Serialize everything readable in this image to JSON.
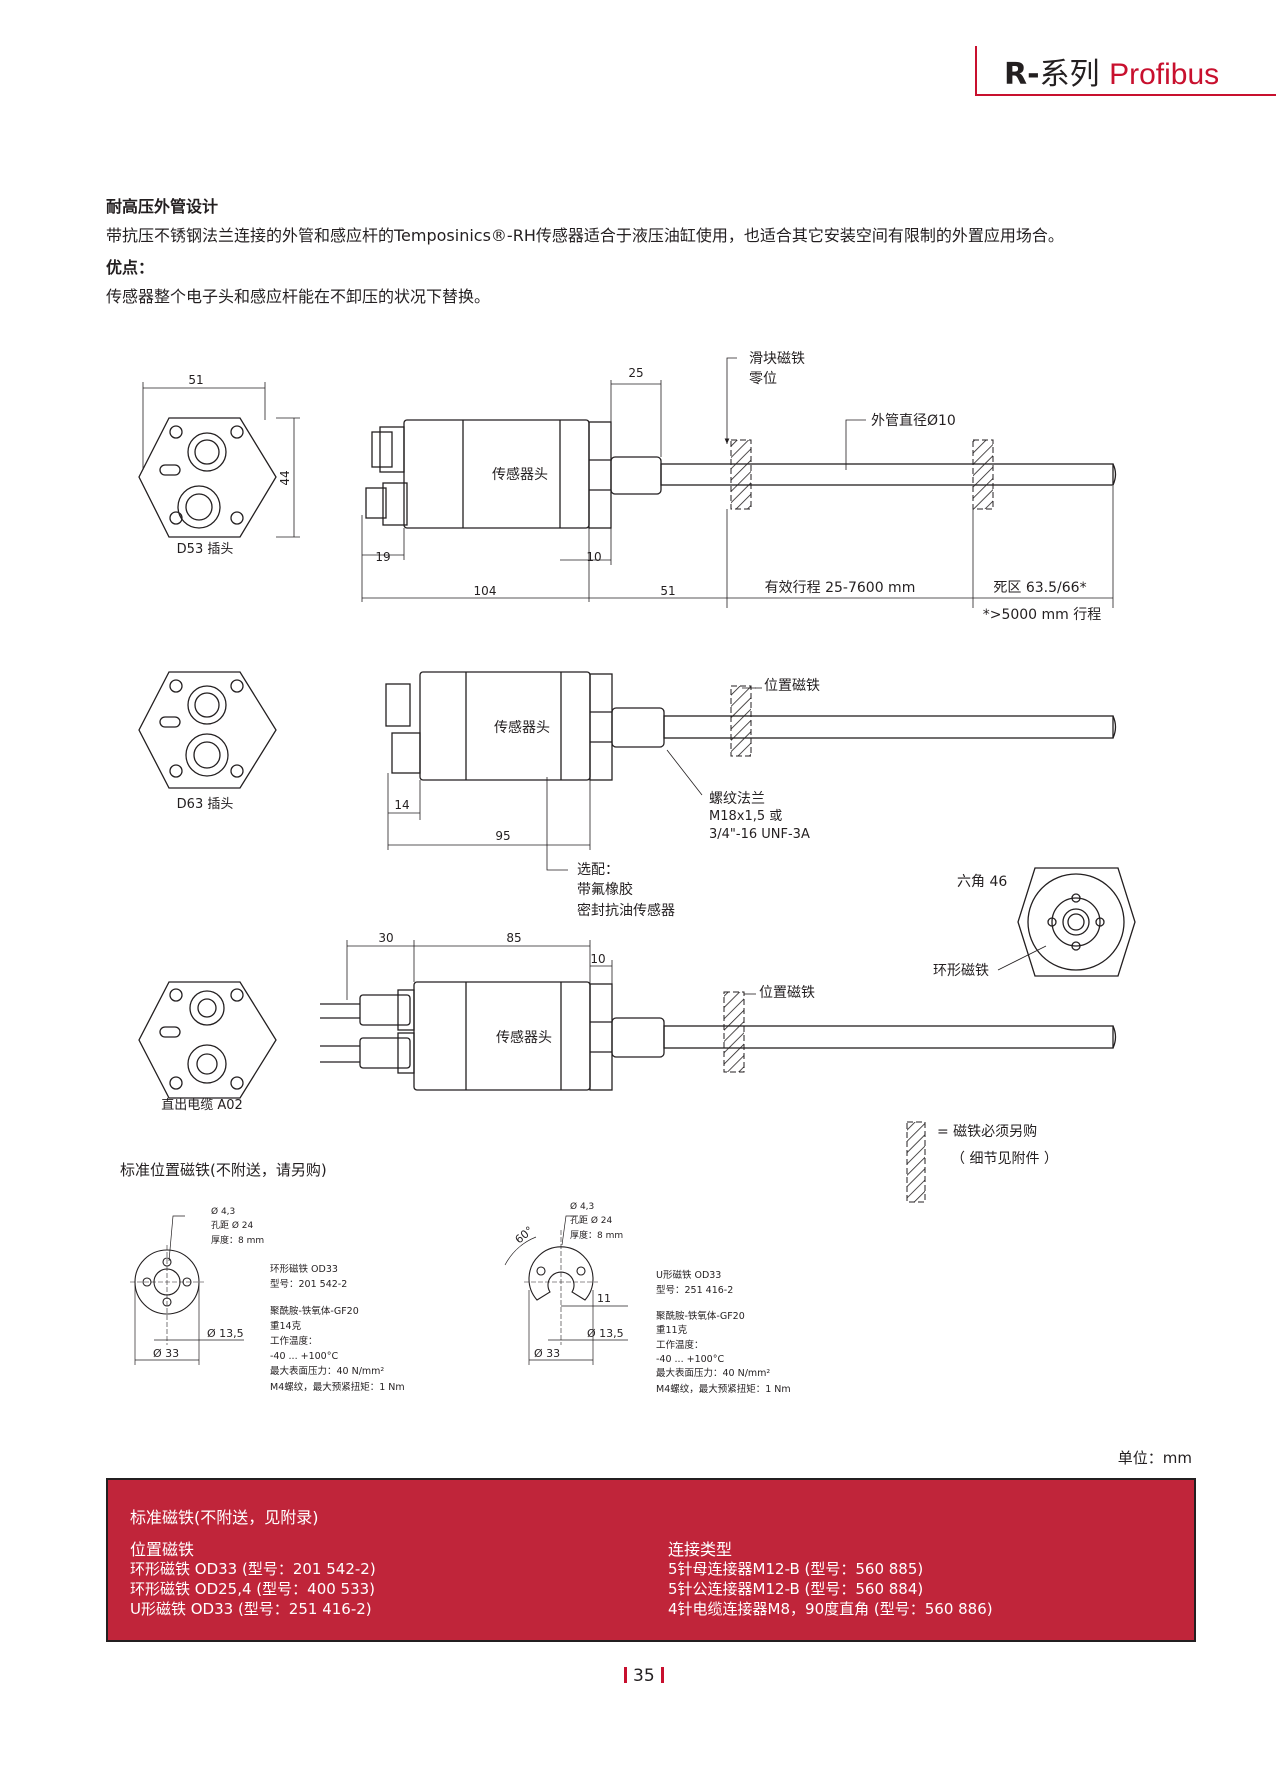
{
  "header": {
    "series_bold": "R-",
    "series": "系列",
    "product": "Profibus"
  },
  "intro": {
    "heading": "耐高压外管设计",
    "body": "带抗压不锈钢法兰连接的外管和感应杆的Temposinics®-RH传感器适合于液压油缸使用，也适合其它安装空间有限制的外置应用场合。",
    "adv_heading": "优点：",
    "adv_body": "传感器整个电子头和感应杆能在不卸压的状况下替换。"
  },
  "drawing1": {
    "dim_51_top": "51",
    "dim_44": "44",
    "connector_label": "D53 插头",
    "dim_25": "25",
    "slider_label_1": "滑块磁铁",
    "slider_label_2": "零位",
    "tube_label": "外管直径Ø10",
    "head_label": "传感器头",
    "dim_19": "19",
    "dim_10": "10",
    "dim_104": "104",
    "dim_51": "51",
    "stroke_label": "有效行程 25-7600 mm",
    "deadzone_label": "死区 63.5/66*",
    "note": "*>5000 mm 行程"
  },
  "drawing2": {
    "connector_label": "D63 插头",
    "head_label": "传感器头",
    "magnet_label": "位置磁铁",
    "dim_14": "14",
    "dim_95": "95",
    "flange_1": "螺纹法兰",
    "flange_2": "M18x1,5 或",
    "flange_3": "3/4\"-16 UNF-3A",
    "option_1": "选配：",
    "option_2": "带氟橡胶",
    "option_3": "密封抗油传感器",
    "hex_label": "六角 46",
    "ring_label": "环形磁铁"
  },
  "drawing3": {
    "dim_30": "30",
    "dim_85": "85",
    "dim_10": "10",
    "head_label": "传感器头",
    "magnet_label": "位置磁铁",
    "cable_label": "直出电缆 A02",
    "legend_1": "= 磁铁必须另购",
    "legend_2": "（ 细节见附件 ）"
  },
  "magnets": {
    "title": "标准位置磁铁(不附送，请另购)",
    "ring": {
      "d43": "Ø 4,3",
      "pitch": "孔距 Ø 24",
      "thick": "厚度：8 mm",
      "d135": "Ø 13,5",
      "d33": "Ø 33",
      "spec": [
        "环形磁铁 OD33",
        "型号：201 542-2",
        "",
        "聚酰胺-铁氧体-GF20",
        "重14克",
        "工作温度：",
        "-40 ... +100°C",
        "最大表面压力：40 N/mm²",
        "M4螺纹，最大预紧扭矩：1 Nm"
      ]
    },
    "u": {
      "d43": "Ø 4,3",
      "pitch": "孔距 Ø 24",
      "thick": "厚度：8 mm",
      "angle": "60°",
      "dim11": "11",
      "d135": "Ø 13,5",
      "d33": "Ø 33",
      "spec": [
        "U形磁铁 OD33",
        "型号：251 416-2",
        "",
        "聚酰胺-铁氧体-GF20",
        "重11克",
        "工作温度：",
        "-40 ... +100°C",
        "最大表面压力：40 N/mm²",
        "M4螺纹，最大预紧扭矩：1 Nm"
      ]
    }
  },
  "unit": "单位：mm",
  "redbox": {
    "title": "标准磁铁(不附送，见附录)",
    "left_heading": "位置磁铁",
    "left_items": [
      "环形磁铁 OD33 (型号：201 542-2)",
      "环形磁铁 OD25,4 (型号：400 533)",
      "U形磁铁 OD33 (型号：251 416-2)"
    ],
    "right_heading": "连接类型",
    "right_items": [
      "5针母连接器M12-B (型号：560 885)",
      "5针公连接器M12-B (型号：560 884)",
      "4针电缆连接器M8，90度直角 (型号：560 886)"
    ]
  },
  "page_number": "35",
  "colors": {
    "accent": "#c8102e",
    "box_fill": "#c0253a",
    "text": "#231f20"
  }
}
